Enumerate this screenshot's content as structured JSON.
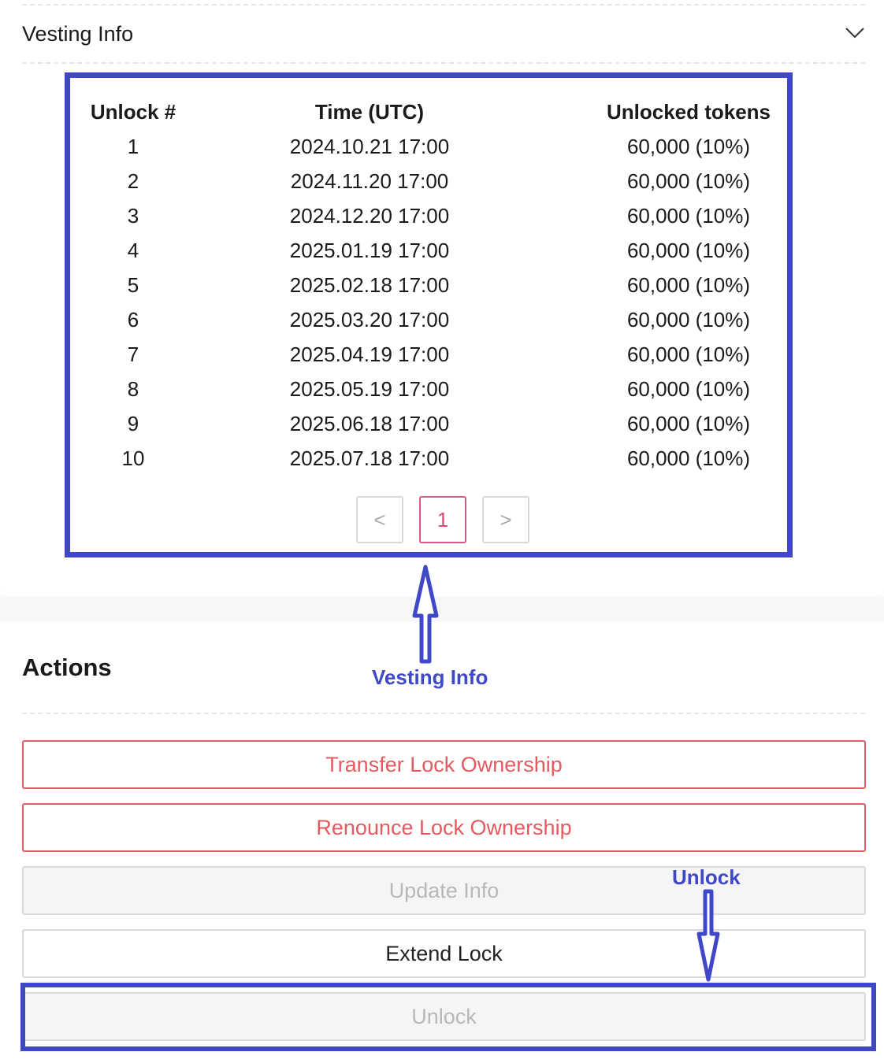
{
  "vesting": {
    "title": "Vesting Info",
    "headers": [
      "Unlock #",
      "Time (UTC)",
      "Unlocked tokens"
    ],
    "rows": [
      [
        "1",
        "2024.10.21 17:00",
        "60,000 (10%)"
      ],
      [
        "2",
        "2024.11.20 17:00",
        "60,000 (10%)"
      ],
      [
        "3",
        "2024.12.20 17:00",
        "60,000 (10%)"
      ],
      [
        "4",
        "2025.01.19 17:00",
        "60,000 (10%)"
      ],
      [
        "5",
        "2025.02.18 17:00",
        "60,000 (10%)"
      ],
      [
        "6",
        "2025.03.20 17:00",
        "60,000 (10%)"
      ],
      [
        "7",
        "2025.04.19 17:00",
        "60,000 (10%)"
      ],
      [
        "8",
        "2025.05.19 17:00",
        "60,000 (10%)"
      ],
      [
        "9",
        "2025.06.18 17:00",
        "60,000 (10%)"
      ],
      [
        "10",
        "2025.07.18 17:00",
        "60,000 (10%)"
      ]
    ],
    "pagination": {
      "prev": "<",
      "current": "1",
      "next": ">"
    }
  },
  "actions": {
    "title": "Actions",
    "buttons": [
      "Transfer Lock Ownership",
      "Renounce Lock Ownership",
      "Update Info",
      "Extend Lock",
      "Unlock"
    ]
  },
  "annotations": {
    "vesting": "Vesting Info",
    "unlock": "Unlock"
  },
  "colors": {
    "annotation": "#4048c8",
    "danger": "#e5595f",
    "active_page": "#e0457f"
  }
}
